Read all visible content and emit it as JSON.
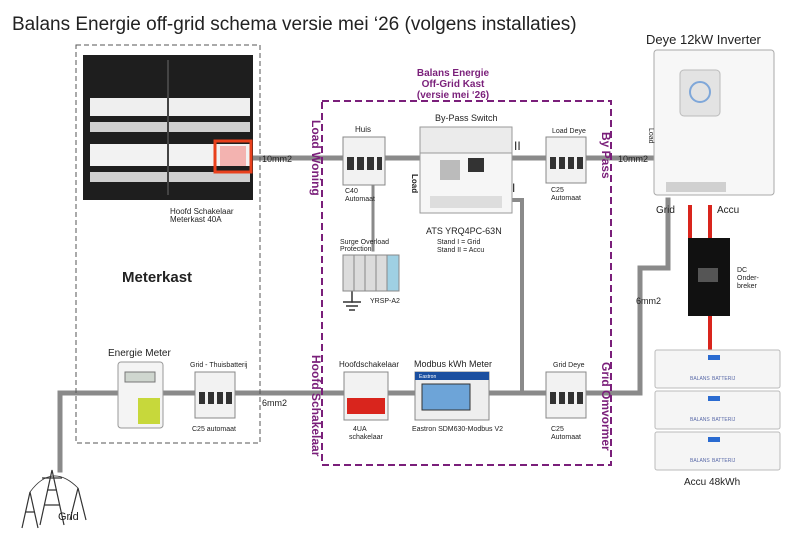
{
  "title": "Balans Energie off-grid schema versie mei ‘26 (volgens installaties)",
  "kast": {
    "title_line1": "Balans Energie",
    "title_line2": "Off-Grid Kast",
    "title_line3": "(versie mei ‘26)"
  },
  "side_labels": {
    "load_woning": "Load Woning",
    "hoofd_schakelaar": "Hoofd Schakelaar",
    "by_pass": "By Pass",
    "grid_omvormer": "Grid Omvormer"
  },
  "meterkast": {
    "label": "Meterkast",
    "hoofd_line1": "Hoofd Schakelaar",
    "hoofd_line2": "Meterkast 40A"
  },
  "wires": {
    "top_left": "10mm2",
    "top_right": "10mm2",
    "bottom_left": "6mm2",
    "right_vertical": "6mm2"
  },
  "components": {
    "huis_title": "Huis",
    "huis_line1": "C40",
    "huis_line2": "Automaat",
    "bypass_title": "By-Pass Switch",
    "bypass_load": "Load",
    "bypass_II": "II",
    "bypass_I": "I",
    "ats_title": "ATS YRQ4PC-63N",
    "ats_line1": "Stand I  = Grid",
    "ats_line2": "Stand II = Accu",
    "load_deye_title": "Load Deye",
    "load_deye_line1": "C25",
    "load_deye_line2": "Automaat",
    "surge_line1": "Surge Overload",
    "surge_line2": "Protection",
    "surge_model": "YRSP-A2",
    "energie_meter_title": "Energie Meter",
    "grid_thuis_title": "Grid - Thuisbatterij",
    "grid_thuis_caption": "C25 automaat",
    "hoofd_title": "Hoofdschakelaar",
    "hoofd_line1": "4UA",
    "hoofd_line2": "schakelaar",
    "modbus_title": "Modbus kWh Meter",
    "modbus_caption": "Eastron SDM630-Modbus V2",
    "modbus_brand": "Eastron",
    "grid_deye_title": "Grid Deye",
    "grid_deye_line1": "C25",
    "grid_deye_line2": "Automaat",
    "inverter_title": "Deye 12kW Inverter",
    "inverter_load": "Load",
    "inverter_grid": "Grid",
    "inverter_accu": "Accu",
    "dc_line1": "DC",
    "dc_line2": "Onder-",
    "dc_line3": "breker",
    "accu_label": "Accu 48kWh",
    "battery_brand": "BALANS",
    "battery_brand2": "BATTERIJ",
    "grid_label": "Grid"
  },
  "colors": {
    "wire": "#8a8a8a",
    "purple": "#7a1f7a",
    "red": "#d9251d",
    "highlight": "#e8401c"
  }
}
